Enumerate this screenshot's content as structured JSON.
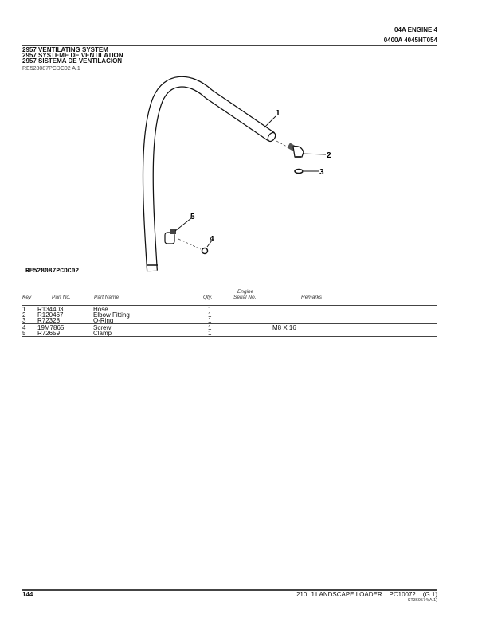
{
  "header": {
    "section": "04A  ENGINE  4",
    "group": "0400A  4045HT054"
  },
  "titles": [
    "2957 VENTILATING SYSTEM",
    "2957 SYSTEME DE VENTILATION",
    "2957 SISTEMA DE VENTILACION"
  ],
  "illustration_ref": "RE528087PCDC02 A.1",
  "diagram": {
    "image_id": "RE528087PCDC02",
    "callouts": [
      "1",
      "2",
      "3",
      "4",
      "5"
    ]
  },
  "table": {
    "headers": {
      "key": "Key",
      "part_no": "Part No.",
      "part_name": "Part Name",
      "qty": "Qty.",
      "engine": "Engine",
      "serial": "Serial No.",
      "remarks": "Remarks"
    },
    "rows": [
      {
        "key": "1",
        "part_no": "R134403",
        "part_name": "Hose",
        "qty": "1",
        "remarks": ""
      },
      {
        "key": "2",
        "part_no": "R120467",
        "part_name": "Elbow Fitting",
        "qty": "1",
        "remarks": ""
      },
      {
        "key": "3",
        "part_no": "R72328",
        "part_name": "O-Ring",
        "qty": "1",
        "remarks": ""
      },
      {
        "key": "4",
        "part_no": "19M7865",
        "part_name": "Screw",
        "qty": "1",
        "remarks": "M8 X 16"
      },
      {
        "key": "5",
        "part_no": "R72659",
        "part_name": "Clamp",
        "qty": "1",
        "remarks": ""
      }
    ]
  },
  "footer": {
    "page": "144",
    "model": "210LJ LANDSCAPE LOADER    PC10072    (G.1)",
    "code": "ST369574(A.1)"
  }
}
